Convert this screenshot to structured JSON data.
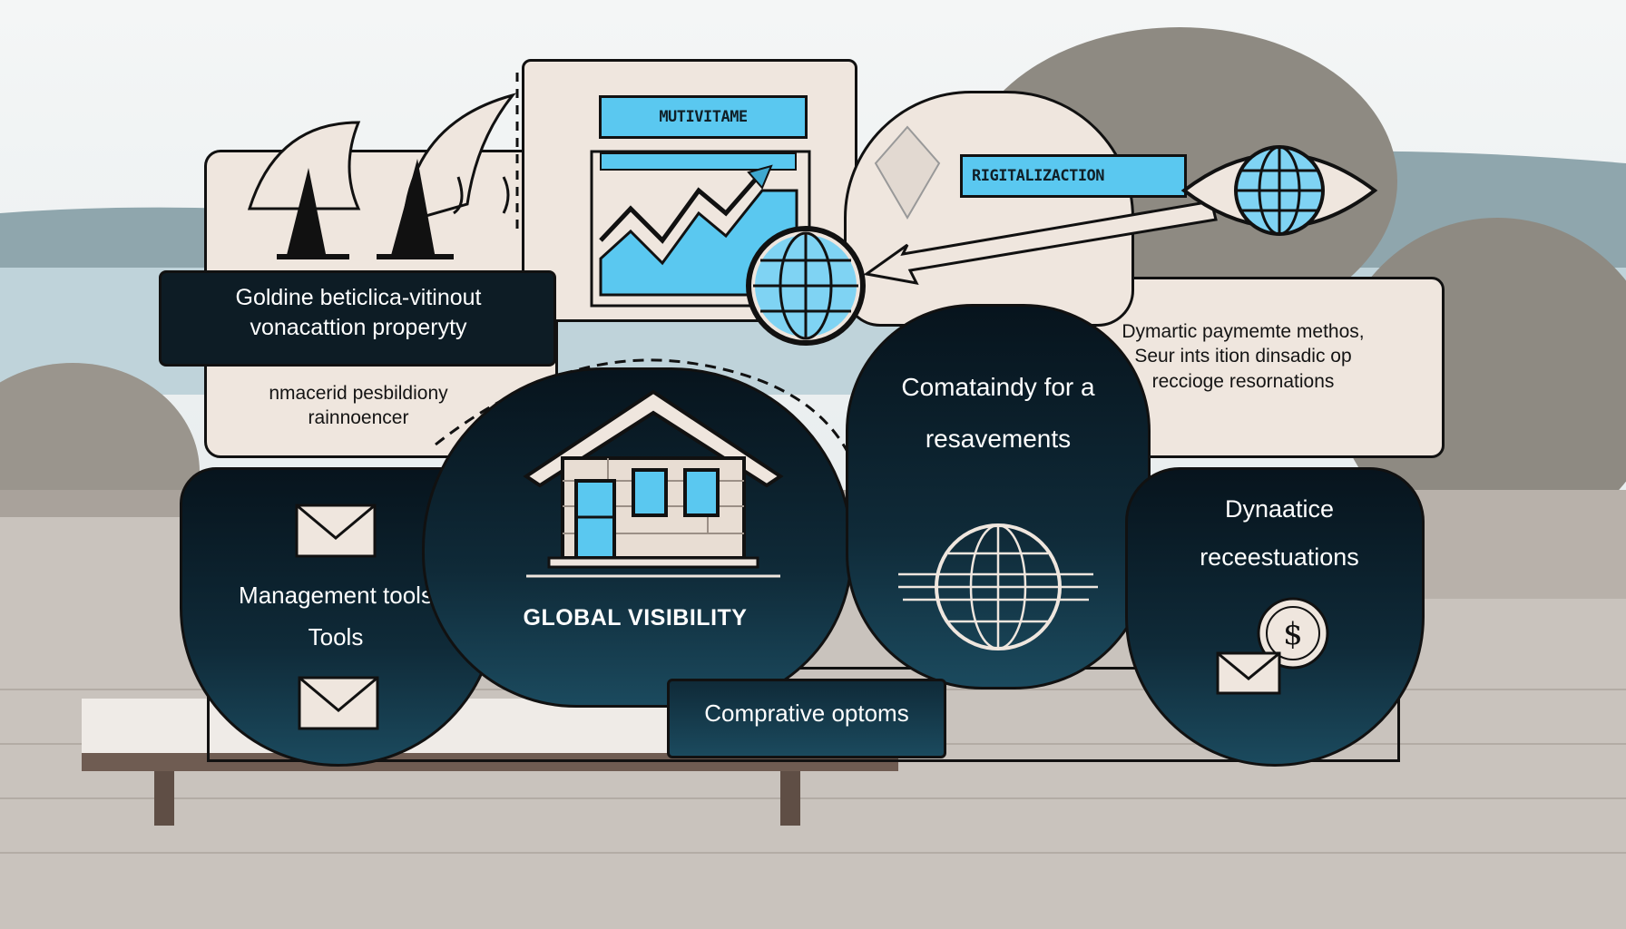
{
  "labels": {
    "multivitame": "MUTIVITAME",
    "rigitalization": "RIGITALIZACTION",
    "top_left_title": "Goldine beticlica-vitinout vonacattion properyty",
    "left_note": "nmacerid pesbildiony rainnoencer",
    "right_note": "Dymartic paymemte methos, Seur ints ition dinsadic op reccioge resornations",
    "management": "Management tools",
    "management_sub": "Tools",
    "global_visibility": "GLOBAL VISIBILITY",
    "center_right": "Comataindy for a resavements",
    "far_right": "Dynaatice receestuations",
    "comparative": "Comprative optoms"
  },
  "icons": [
    "umbrella-icon",
    "chart-icon",
    "globe-icon",
    "eye-globe-icon",
    "house-icon",
    "envelope-icon",
    "dollar-coin-icon",
    "arrow-icon"
  ],
  "colors": {
    "accent_blue": "#5ac8f0",
    "dark_panel": "#0f2a38",
    "beige": "#efe6de"
  }
}
